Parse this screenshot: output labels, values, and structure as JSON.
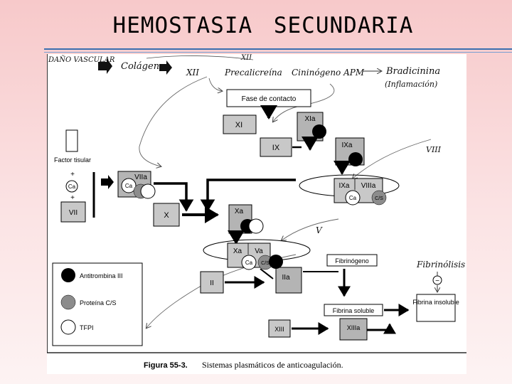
{
  "slide_title": "HEMOSTASIA SECUNDARIA",
  "handwritten": {
    "dano_vascular": "DAÑO VASCULAR",
    "colageno": "Colágeno",
    "xii_top": "XII",
    "xii_left": "XII",
    "precalicreina": "Precalicreína",
    "cininogeno": "Cininógeno APM",
    "bradicinina": "Bradicinina",
    "inflamacion": "(Inflamación)",
    "viii_right": "VIII",
    "v_mid": "V",
    "fibrinolisis": "Fibrinólisis"
  },
  "nodes": {
    "fase_contacto": "Fase de contacto",
    "xi": "XI",
    "xia": "XIa",
    "ix": "IX",
    "ixa": "IXa",
    "factor_tisular": "Factor tisular",
    "ca": "Ca",
    "viia": "VIIa",
    "vii": "VII",
    "x": "X",
    "xa": "Xa",
    "ixa_complex": "IXa",
    "viiia": "VIIIa",
    "cs": "C/S",
    "xa_complex": "Xa",
    "va": "Va",
    "ii": "II",
    "iia": "IIa",
    "fibrinogeno": "Fibrinógeno",
    "fibrina_soluble": "Fibrina soluble",
    "fibrina_insoluble": "Fibrina insoluble",
    "xiii": "XIII",
    "xiiia": "XIIIa",
    "minus": "−"
  },
  "legend": [
    {
      "label": "Antitrombina III",
      "fill": "#000000"
    },
    {
      "label": "Proteína C/S",
      "fill": "#8c8c8c"
    },
    {
      "label": "TFPI",
      "fill": "#ffffff"
    }
  ],
  "caption": {
    "label": "Figura 55-3.",
    "text": "Sistemas plasmáticos de anticoagulación."
  },
  "colors": {
    "box_gray": "#c8c8c8",
    "box_dark": "#b4b4b4",
    "arrow": "#000000",
    "legend_gray": "#8c8c8c"
  }
}
